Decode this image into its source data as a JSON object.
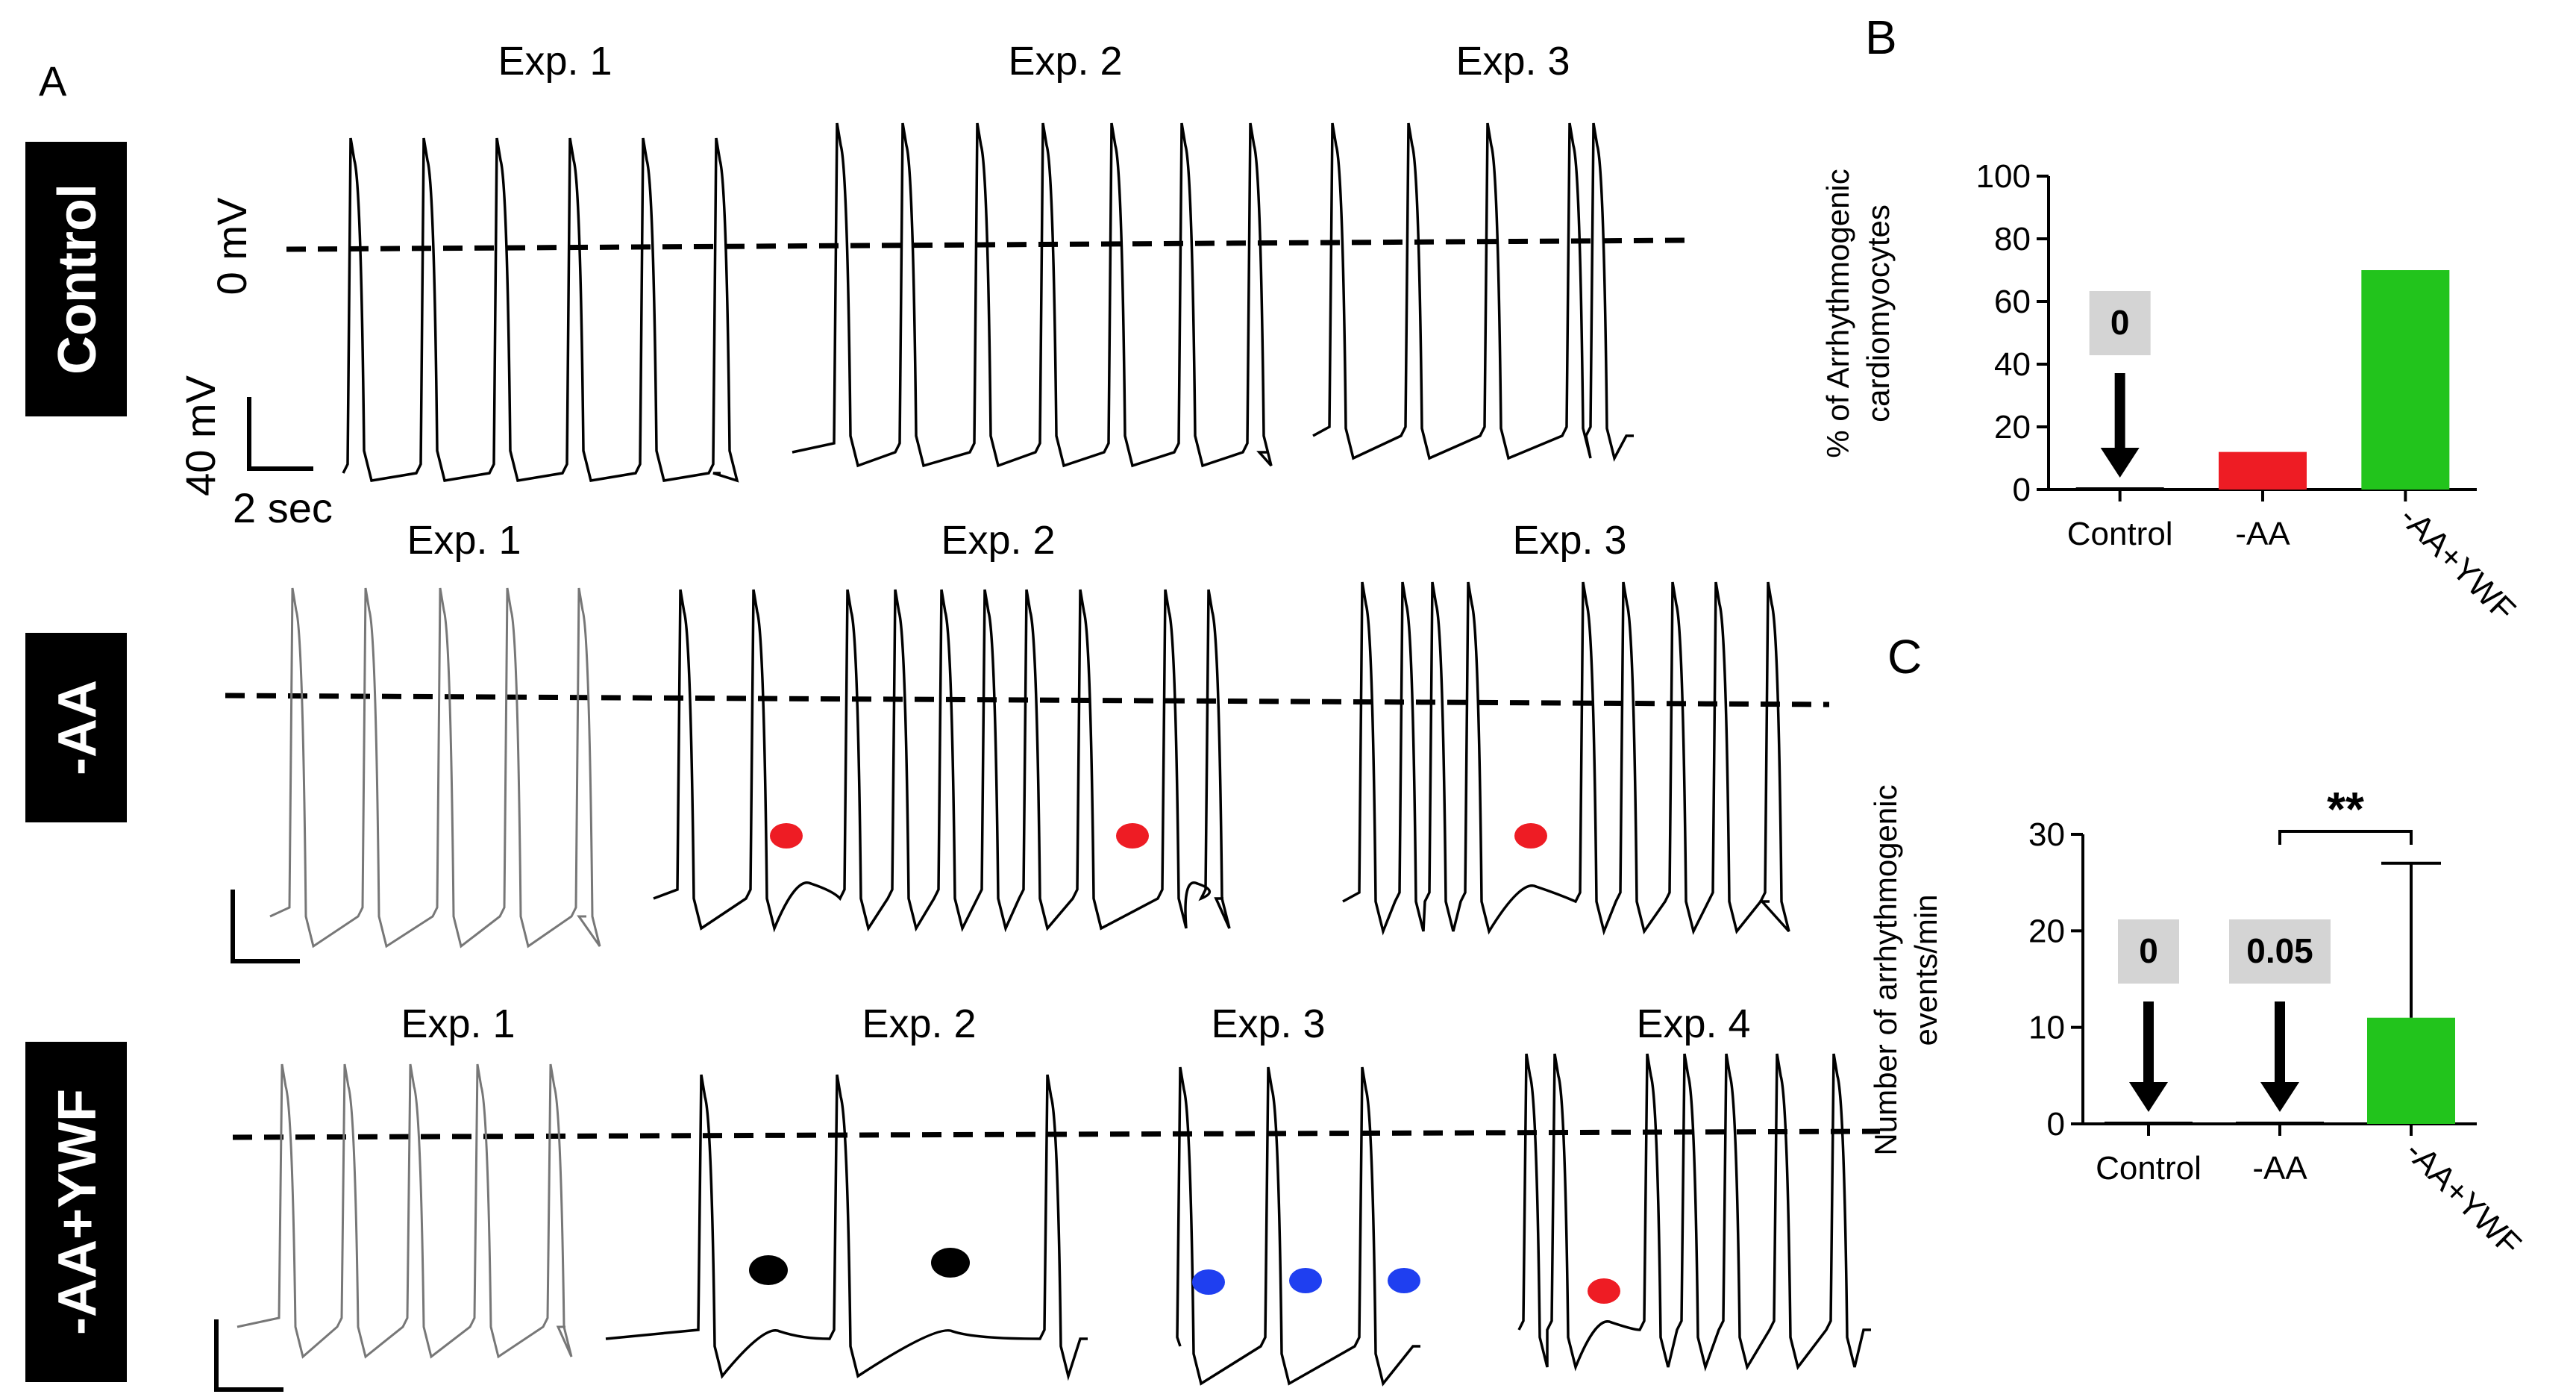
{
  "panel_a": {
    "letter": "A",
    "conditions": [
      {
        "label": "Control",
        "experiments": [
          "Exp. 1",
          "Exp. 2",
          "Exp. 3"
        ]
      },
      {
        "label": "-AA",
        "experiments": [
          "Exp. 1",
          "Exp. 2",
          "Exp. 3"
        ]
      },
      {
        "label": "-AA+YWF",
        "experiments": [
          "Exp. 1",
          "Exp. 2",
          "Exp. 3",
          "Exp. 4"
        ]
      }
    ],
    "zero_label": "0 mV",
    "scale_bar": {
      "voltage": "40 mV",
      "time": "2 sec"
    },
    "marker_colors": {
      "red": "#ee1c24",
      "black": "#000000",
      "blue": "#1f3ff0"
    }
  },
  "chart_data": [
    {
      "panel": "B",
      "type": "bar",
      "categories": [
        "Control",
        "-AA",
        "-AA+YWF"
      ],
      "values": [
        0,
        12,
        70
      ],
      "colors": [
        "#000000",
        "#ee1c24",
        "#22c41c"
      ],
      "ylabel": "% of Arrhythmogenic cardiomyocytes",
      "ylim": [
        0,
        100
      ],
      "yticks": [
        "0",
        "20",
        "40",
        "60",
        "80",
        "100"
      ],
      "annotations": [
        {
          "category": "Control",
          "text": "0"
        }
      ]
    },
    {
      "panel": "C",
      "type": "bar",
      "categories": [
        "Control",
        "-AA",
        "-AA+YWF"
      ],
      "values": [
        0,
        0.05,
        11
      ],
      "error_upper": [
        null,
        null,
        27
      ],
      "colors": [
        "#000000",
        "#000000",
        "#22c41c"
      ],
      "ylabel": "Number of arrhythmogenic events/min",
      "ylim": [
        0,
        30
      ],
      "yticks": [
        "0",
        "10",
        "20",
        "30"
      ],
      "annotations": [
        {
          "category": "Control",
          "text": "0"
        },
        {
          "category": "-AA",
          "text": "0.05"
        }
      ],
      "significance": {
        "between": [
          "-AA",
          "-AA+YWF"
        ],
        "text": "**"
      }
    }
  ]
}
